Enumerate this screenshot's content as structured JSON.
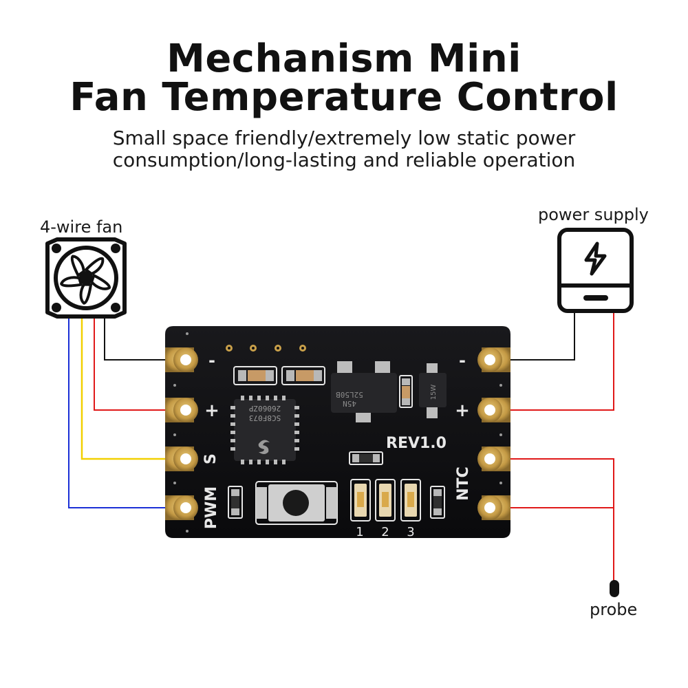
{
  "header": {
    "title_line1": "Mechanism Mini",
    "title_line2": "Fan Temperature Control",
    "subtitle_line1": "Small space friendly/extremely low static power",
    "subtitle_line2": "consumption/long-lasting and reliable operation"
  },
  "labels": {
    "fan": "4-wire fan",
    "power": "power supply",
    "probe": "probe"
  },
  "board": {
    "revision": "REV1.0",
    "chip_text1": "SC8F073",
    "chip_text2": "26060ZP",
    "reg_text1": "52L50B",
    "reg_text2": "45N",
    "diode_text": "15W",
    "left_pins": [
      "-",
      "+",
      "S",
      "PWM"
    ],
    "right_pins": [
      "-",
      "+",
      "NTC"
    ],
    "led_numbers": [
      "1",
      "2",
      "3"
    ]
  },
  "icons": [
    "fan-icon",
    "power-supply-icon",
    "lightning-icon",
    "probe-icon",
    "chip-logo-icon"
  ],
  "colors": {
    "wire_black": "#111111",
    "wire_red": "#e01818",
    "wire_yellow": "#f2d000",
    "wire_blue": "#1a2fd6",
    "pcb": "#0e0e10",
    "pad_gold": "#c9a04a"
  }
}
